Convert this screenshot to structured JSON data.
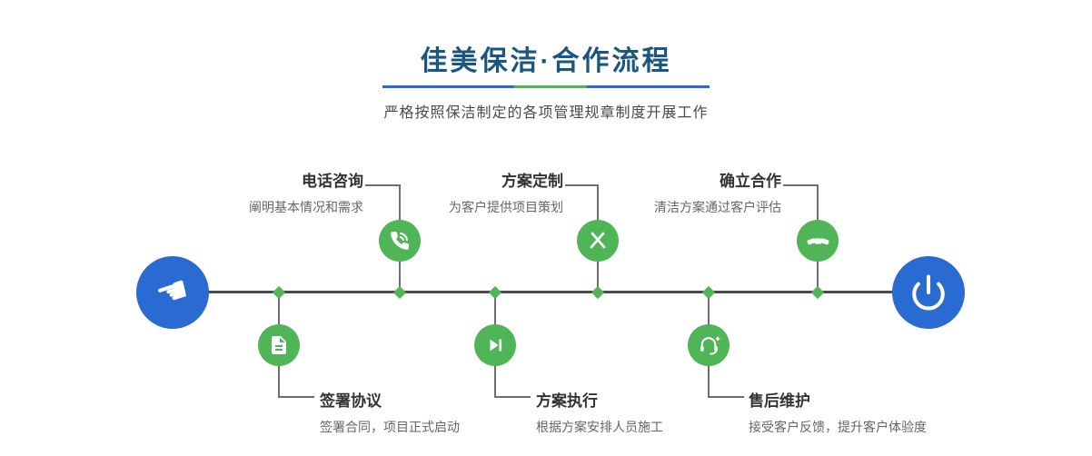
{
  "header": {
    "title": "佳美保洁·合作流程",
    "subtitle": "严格按照保洁制定的各项管理规章制度开展工作"
  },
  "timeline": {
    "start_icon": "pointing-hand-icon",
    "end_icon": "power-icon"
  },
  "steps": [
    {
      "label": "电话咨询",
      "desc": "阐明基本情况和需求",
      "icon": "phone-icon",
      "row": "top"
    },
    {
      "label": "方案定制",
      "desc": "为客户提供项目策划",
      "icon": "pencil-cross-icon",
      "row": "top"
    },
    {
      "label": "确立合作",
      "desc": "清洁方案通过客户评估",
      "icon": "handshake-icon",
      "row": "top"
    },
    {
      "label": "签署协议",
      "desc": "签署合同，项目正式启动",
      "icon": "document-icon",
      "row": "bottom"
    },
    {
      "label": "方案执行",
      "desc": "根据方案安排人员施工",
      "icon": "play-icon",
      "row": "bottom"
    },
    {
      "label": "售后维护",
      "desc": "接受客户反馈，提升客户体验度",
      "icon": "headset-icon",
      "row": "bottom"
    }
  ],
  "colors": {
    "accent_blue": "#2a6bd2",
    "accent_green": "#4fb556",
    "title_blue": "#1a567f"
  }
}
